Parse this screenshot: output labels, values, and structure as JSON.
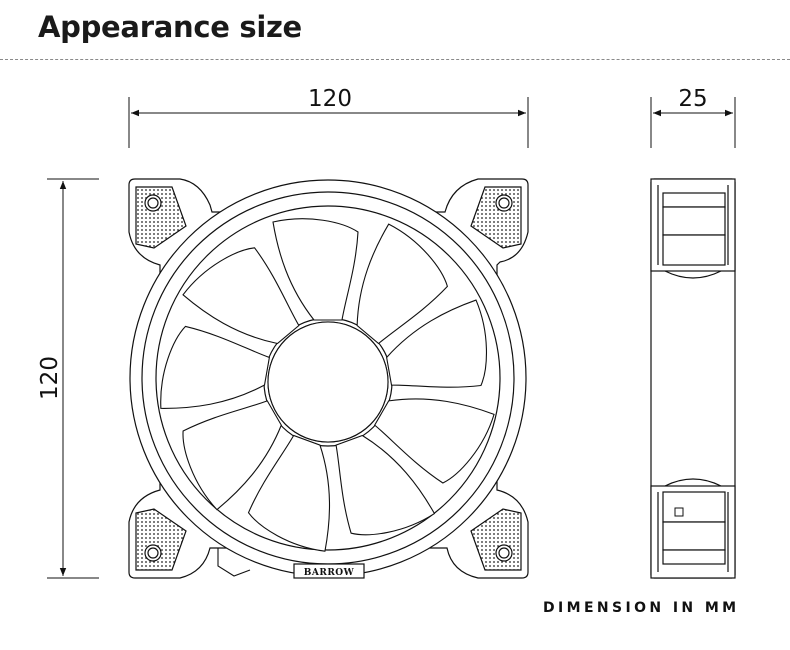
{
  "header": {
    "title": "Appearance size"
  },
  "dimensions": {
    "front_width": "120",
    "front_height": "120",
    "side_depth": "25"
  },
  "brand_label": "BARROW",
  "footer_note": "DIMENSION IN MM",
  "colors": {
    "line": "#111111",
    "dashed_divider": "#8a8a8a",
    "background": "#ffffff"
  }
}
